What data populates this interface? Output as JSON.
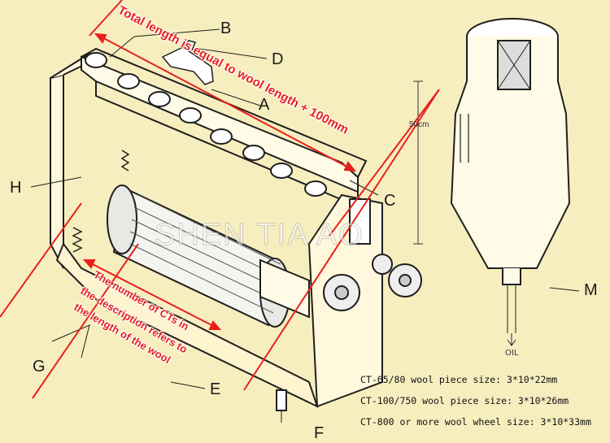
{
  "labels": {
    "A": "A",
    "B": "B",
    "C": "C",
    "D": "D",
    "E": "E",
    "F": "F",
    "G": "G",
    "H": "H",
    "M": "M"
  },
  "annotations": {
    "total_length": "Total length is equal to wool length + 100mm",
    "ct_number_line1": "The number of CTs in",
    "ct_number_line2": "the description refers to",
    "ct_number_line3": "the length of the wool"
  },
  "scale_label": "50cm",
  "oil_label": "OIL",
  "watermark": "SHEN TIA AO",
  "specs": [
    "CT-65/80 wool piece size: 3*10*22mm",
    "CT-100/750 wool piece size: 3*10*26mm",
    "CT-800 or more wool wheel size: 3*10*33mm"
  ],
  "colors": {
    "background": "#f7eebf",
    "annotation": "#e8201c",
    "line": "#1f1f1f"
  }
}
